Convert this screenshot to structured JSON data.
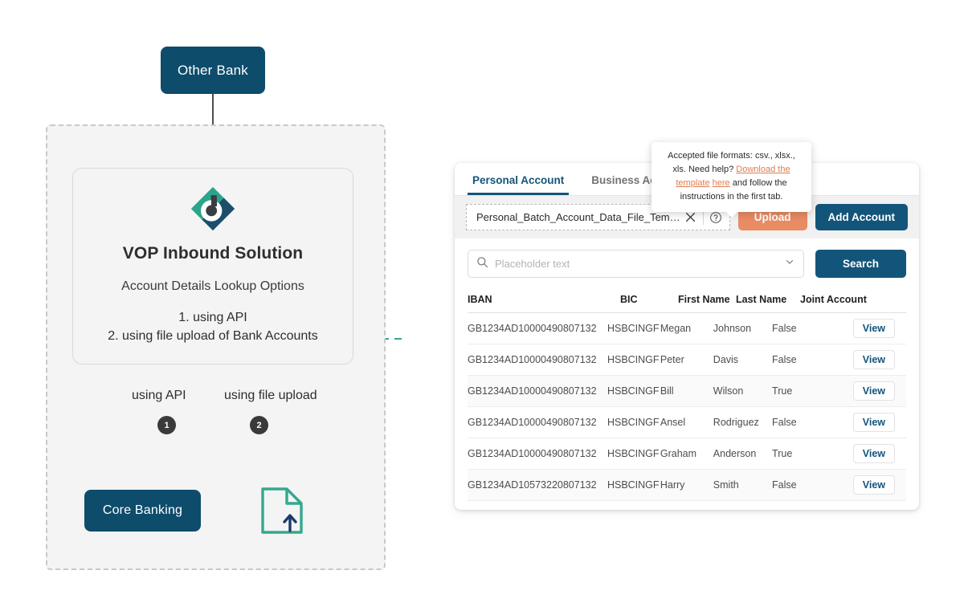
{
  "diagram": {
    "other_bank_label": "Other Bank",
    "core_banking_label": "Core Banking",
    "card": {
      "title": "VOP Inbound Solution",
      "subtitle": "Account Details Lookup Options",
      "option_1": "1. using API",
      "option_2": "2. using file upload of Bank Accounts",
      "logo_name": "vop-logo-diamond-b"
    },
    "branches": [
      {
        "label": "using API",
        "badge": "1"
      },
      {
        "label": "using file upload",
        "badge": "2"
      }
    ],
    "file_upload_icon_name": "file-upload-icon",
    "colors": {
      "node_navy": "#0E4C6B",
      "teal_accent": "#34A88F",
      "dashed_region_bg": "#F4F4F4",
      "connector": "#3A3A3A"
    }
  },
  "panel": {
    "tabs": [
      {
        "label": "Personal Account",
        "active": true
      },
      {
        "label": "Business Account",
        "active": false
      }
    ],
    "upload_bar": {
      "file_name": "Personal_Batch_Account_Data_File_Template.csv",
      "clear_icon": "close-icon",
      "help_icon": "question-mark-icon",
      "upload_label": "Upload",
      "add_account_label": "Add Account"
    },
    "search": {
      "placeholder": "Placeholder text",
      "search_icon": "search-icon",
      "dropdown_icon": "chevron-down-icon",
      "search_label": "Search"
    },
    "table": {
      "columns": [
        "IBAN",
        "BIC",
        "First Name",
        "Last Name",
        "Joint Account",
        ""
      ],
      "action_label": "View",
      "rows": [
        {
          "iban": "GB1234AD10000490807132",
          "bic": "HSBCINGF",
          "first": "Megan",
          "last": "Johnson",
          "joint": "False"
        },
        {
          "iban": "GB1234AD10000490807132",
          "bic": "HSBCINGF",
          "first": "Peter",
          "last": "Davis",
          "joint": "False"
        },
        {
          "iban": "GB1234AD10000490807132",
          "bic": "HSBCINGF",
          "first": "Bill",
          "last": "Wilson",
          "joint": "True"
        },
        {
          "iban": "GB1234AD10000490807132",
          "bic": "HSBCINGF",
          "first": "Ansel",
          "last": "Rodriguez",
          "joint": "False"
        },
        {
          "iban": "GB1234AD10000490807132",
          "bic": "HSBCINGF",
          "first": "Graham",
          "last": "Anderson",
          "joint": "True"
        },
        {
          "iban": "GB1234AD10573220807132",
          "bic": "HSBCINGF",
          "first": "Harry",
          "last": "Smith",
          "joint": "False"
        }
      ]
    },
    "colors": {
      "primary_navy": "#13557A",
      "upload_orange": "#E98B63",
      "link_orange": "#E07B4F"
    }
  },
  "tooltip": {
    "line1": "Accepted file formats: csv., xlsx., xls.",
    "line2_pre": "Need help? ",
    "link1": "Download the template",
    "link2": "here",
    "line3_post": " and follow the instructions in the first tab."
  }
}
